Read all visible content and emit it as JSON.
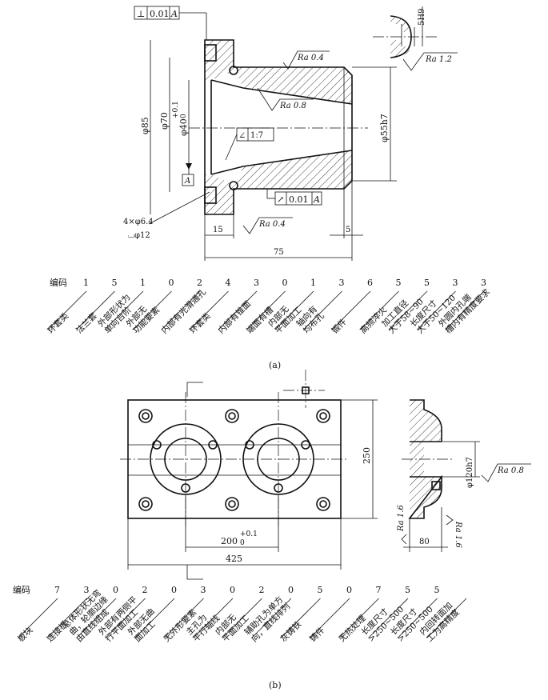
{
  "figure_a": {
    "caption": "(a)",
    "tolerance_perp": {
      "symbol": "⊥",
      "value": "0.01",
      "datum": "A"
    },
    "tolerance_runout": {
      "symbol": "↗",
      "value": "0.01",
      "datum": "A"
    },
    "angle_tol": {
      "symbol": "∠",
      "value": "1:7"
    },
    "datum_label": "A",
    "dims": {
      "phi85": "φ85",
      "phi70": "φ70",
      "phi40": "φ40",
      "phi40_tol_upper": "+0.1",
      "phi40_tol_lower": "0",
      "phi55": "φ55h7",
      "holes": "4×φ6.4",
      "counterbore": "⌴φ12",
      "d15": "15",
      "d5": "5",
      "d75": "75",
      "key": "5H9"
    },
    "roughness": {
      "ra04_top": "Ra 0.4",
      "ra08": "Ra 0.8",
      "ra04_bottom": "Ra 0.4",
      "ra12": "Ra 1.2"
    },
    "code_label": "编码",
    "codes": [
      "1",
      "5",
      "1",
      "0",
      "2",
      "4",
      "3",
      "0",
      "1",
      "3",
      "6",
      "5",
      "5",
      "3",
      "3"
    ],
    "features": [
      "环套类",
      "法兰套",
      "外部形状为\n单向台阶",
      "外部无\n功能要素",
      "内部有光滑通孔",
      "环套类",
      "内部有锥面",
      "端面有槽",
      "内部无\n平面加工",
      "轴向有\n均布孔",
      "锻件",
      "高频淬火",
      "加工直径\n大于58~90",
      "长度尺寸\n大于50~120",
      "外圆内孔端\n槽内有精度要求"
    ]
  },
  "figure_b": {
    "caption": "(b)",
    "dims": {
      "d250": "250",
      "d200": "200",
      "d200_tol_upper": "+0.1",
      "d200_tol_lower": "0",
      "d425": "425",
      "d80": "80",
      "phi120": "φ120h7"
    },
    "roughness": {
      "ra08": "Ra 0.8",
      "ra16_left": "Ra 1.6",
      "ra16_right": "Ra 1.6"
    },
    "code_label": "编码",
    "codes": [
      "7",
      "3",
      "0",
      "2",
      "0",
      "3",
      "0",
      "2",
      "0",
      "5",
      "0",
      "7",
      "5",
      "5"
    ],
    "features": [
      "板块",
      "连接板",
      "总体形状无弯\n曲，轮廓边缘\n由直线组成",
      "外部有两侧平\n行平面加工",
      "外部无曲\n面加工",
      "无外形要素",
      "主孔为\n平行轴线",
      "内部无\n平面加工",
      "辅助孔为单方\n向，直线排列",
      "灰铸铁",
      "铸件",
      "无热处理",
      "长度尺寸\n>250~500",
      "长度尺寸\n>250~500",
      "内回转面加\n工为高精度"
    ]
  }
}
